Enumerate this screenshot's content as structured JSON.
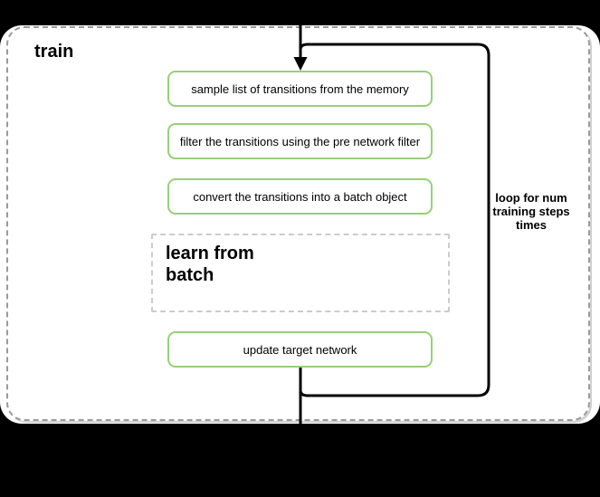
{
  "diagram": {
    "title": "train",
    "steps": [
      {
        "label": "sample list of transitions from the memory"
      },
      {
        "label": "filter the transitions using the pre network filter"
      },
      {
        "label": "convert the transitions into a batch object"
      }
    ],
    "subprocess": {
      "label": "learn from\nbatch"
    },
    "final_step": {
      "label": "update target network"
    },
    "loop_annotation": "loop for num\ntraining steps\ntimes",
    "colors": {
      "background": "#000000",
      "page": "#ffffff",
      "step_border": "#97d077",
      "subprocess_border": "#cccccc",
      "container_border": "#9a9a9a",
      "flow_stroke": "#000000"
    }
  }
}
